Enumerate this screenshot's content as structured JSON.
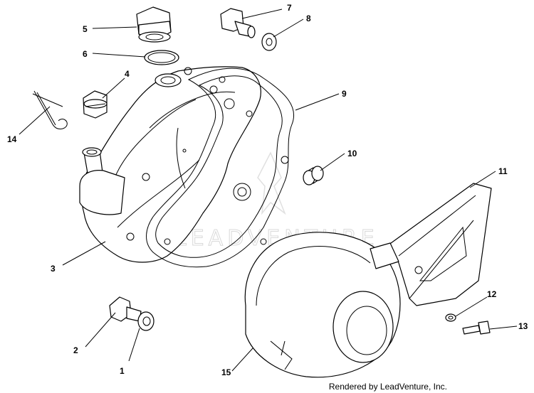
{
  "diagram": {
    "callouts": [
      {
        "id": "c1",
        "label": "1"
      },
      {
        "id": "c2",
        "label": "2"
      },
      {
        "id": "c3",
        "label": "3"
      },
      {
        "id": "c4",
        "label": "4"
      },
      {
        "id": "c5",
        "label": "5"
      },
      {
        "id": "c6",
        "label": "6"
      },
      {
        "id": "c7",
        "label": "7"
      },
      {
        "id": "c8",
        "label": "8"
      },
      {
        "id": "c9",
        "label": "9"
      },
      {
        "id": "c10",
        "label": "10"
      },
      {
        "id": "c11",
        "label": "11"
      },
      {
        "id": "c12",
        "label": "12"
      },
      {
        "id": "c13",
        "label": "13"
      },
      {
        "id": "c14",
        "label": "14"
      },
      {
        "id": "c15",
        "label": "15"
      }
    ],
    "watermark_text": "LEADVENTURE",
    "footer_credit": "Rendered by LeadVenture, Inc."
  }
}
